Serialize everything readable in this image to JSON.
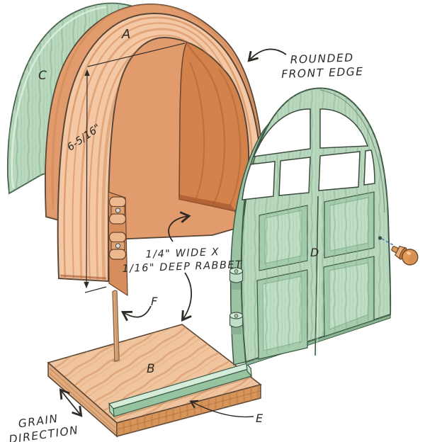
{
  "figure": {
    "type": "exploded-assembly-diagram",
    "background": "#ffffff",
    "ink_color": "#2e2a26",
    "part_labels": {
      "arch": "A",
      "base": "B",
      "back_panel": "C",
      "door": "D",
      "trim_strip": "E",
      "dowel": "F"
    },
    "callouts": {
      "rounded_edge": {
        "line1": "ROUNDED",
        "line2": "FRONT EDGE"
      },
      "rabbet": {
        "line1": "1/4\" WIDE X",
        "line2": "1/16\" DEEP RABBET"
      },
      "grain": {
        "line1": "GRAIN",
        "line2": "DIRECTION"
      },
      "dimension": "6-5/16\""
    },
    "colors": {
      "wood_light": "#f4c8a4",
      "wood_mid": "#e29b6d",
      "wood_inside": "#d2824a",
      "wood_grain": "#cf8350",
      "green_light": "#b9d8bd",
      "green_grain": "#7fb28d",
      "outline": "#5a4636",
      "knob_guide": "#4a7ab5"
    }
  }
}
